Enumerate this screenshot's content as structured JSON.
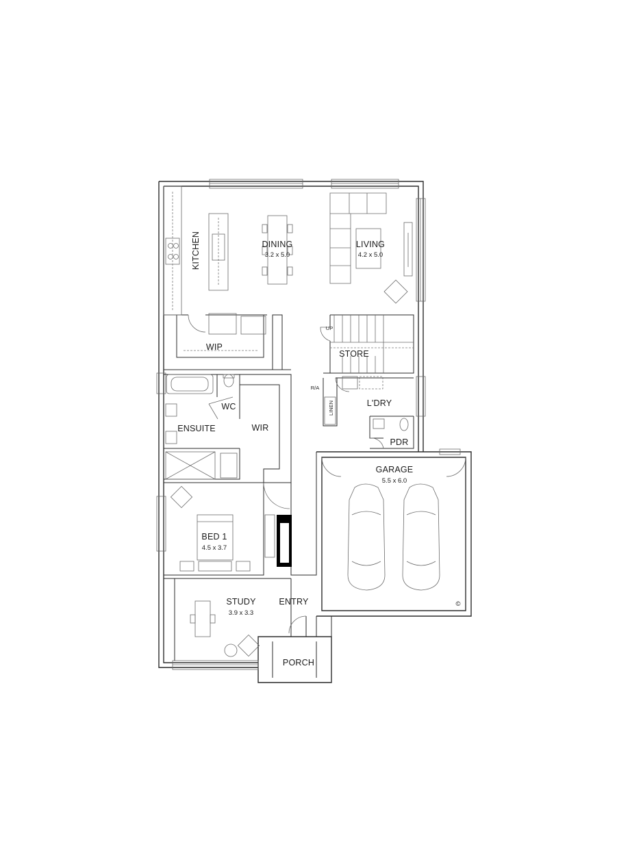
{
  "rooms": {
    "kitchen": "KITCHEN",
    "dining": {
      "name": "DINING",
      "size": "3.2 x 5.0"
    },
    "living": {
      "name": "LIVING",
      "size": "4.2 x 5.0"
    },
    "wip": "WIP",
    "store": "STORE",
    "ra": "R/A",
    "wc": "WC",
    "ensuite": "ENSUITE",
    "wir": "WIR",
    "linen": "LINEN",
    "laundry": "L'DRY",
    "pdr": "PDR",
    "garage": {
      "name": "GARAGE",
      "size": "5.5 x 6.0"
    },
    "bed1": {
      "name": "BED 1",
      "size": "4.5 x 3.7"
    },
    "study": {
      "name": "STUDY",
      "size": "3.9 x 3.3"
    },
    "entry": "ENTRY",
    "porch": "PORCH"
  },
  "marks": {
    "stair_up": "UP",
    "copyright": "©"
  }
}
